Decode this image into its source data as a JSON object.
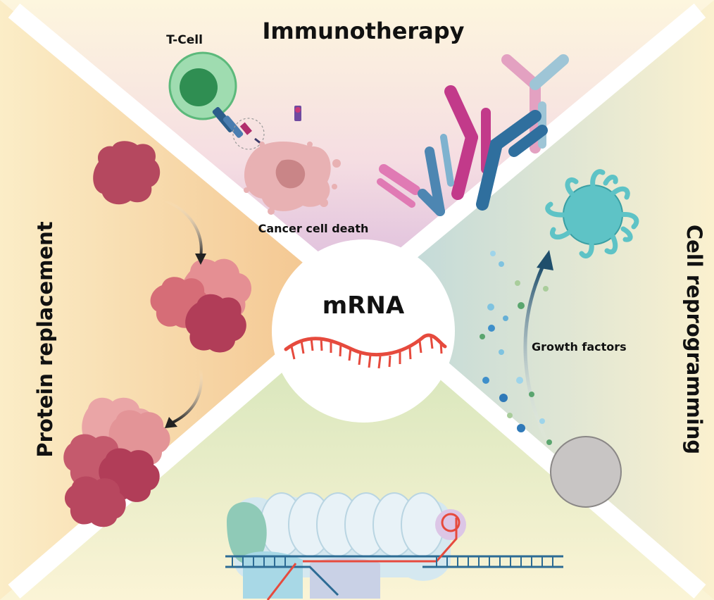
{
  "labels": {
    "top": "Immunotherapy",
    "left": "Protein replacement",
    "right": "Cell reprogramming",
    "center": "mRNA",
    "t_cell": "T-Cell",
    "cancer": "Cancer cell death",
    "growth": "Growth factors"
  },
  "colors": {
    "top_quadrant": "#ead5e6",
    "left_quadrant": "#f6dcab",
    "right_quadrant": "#e3ecd9",
    "bottom_quadrant": "#e2eccd",
    "mrna": "#e64a3d",
    "protein": "#b5485f",
    "t_cell": "#8fd3a2",
    "dendritic": "#5ec3c6",
    "antibody_pink": "#c23a8a",
    "antibody_blue": "#2f6f9e"
  }
}
